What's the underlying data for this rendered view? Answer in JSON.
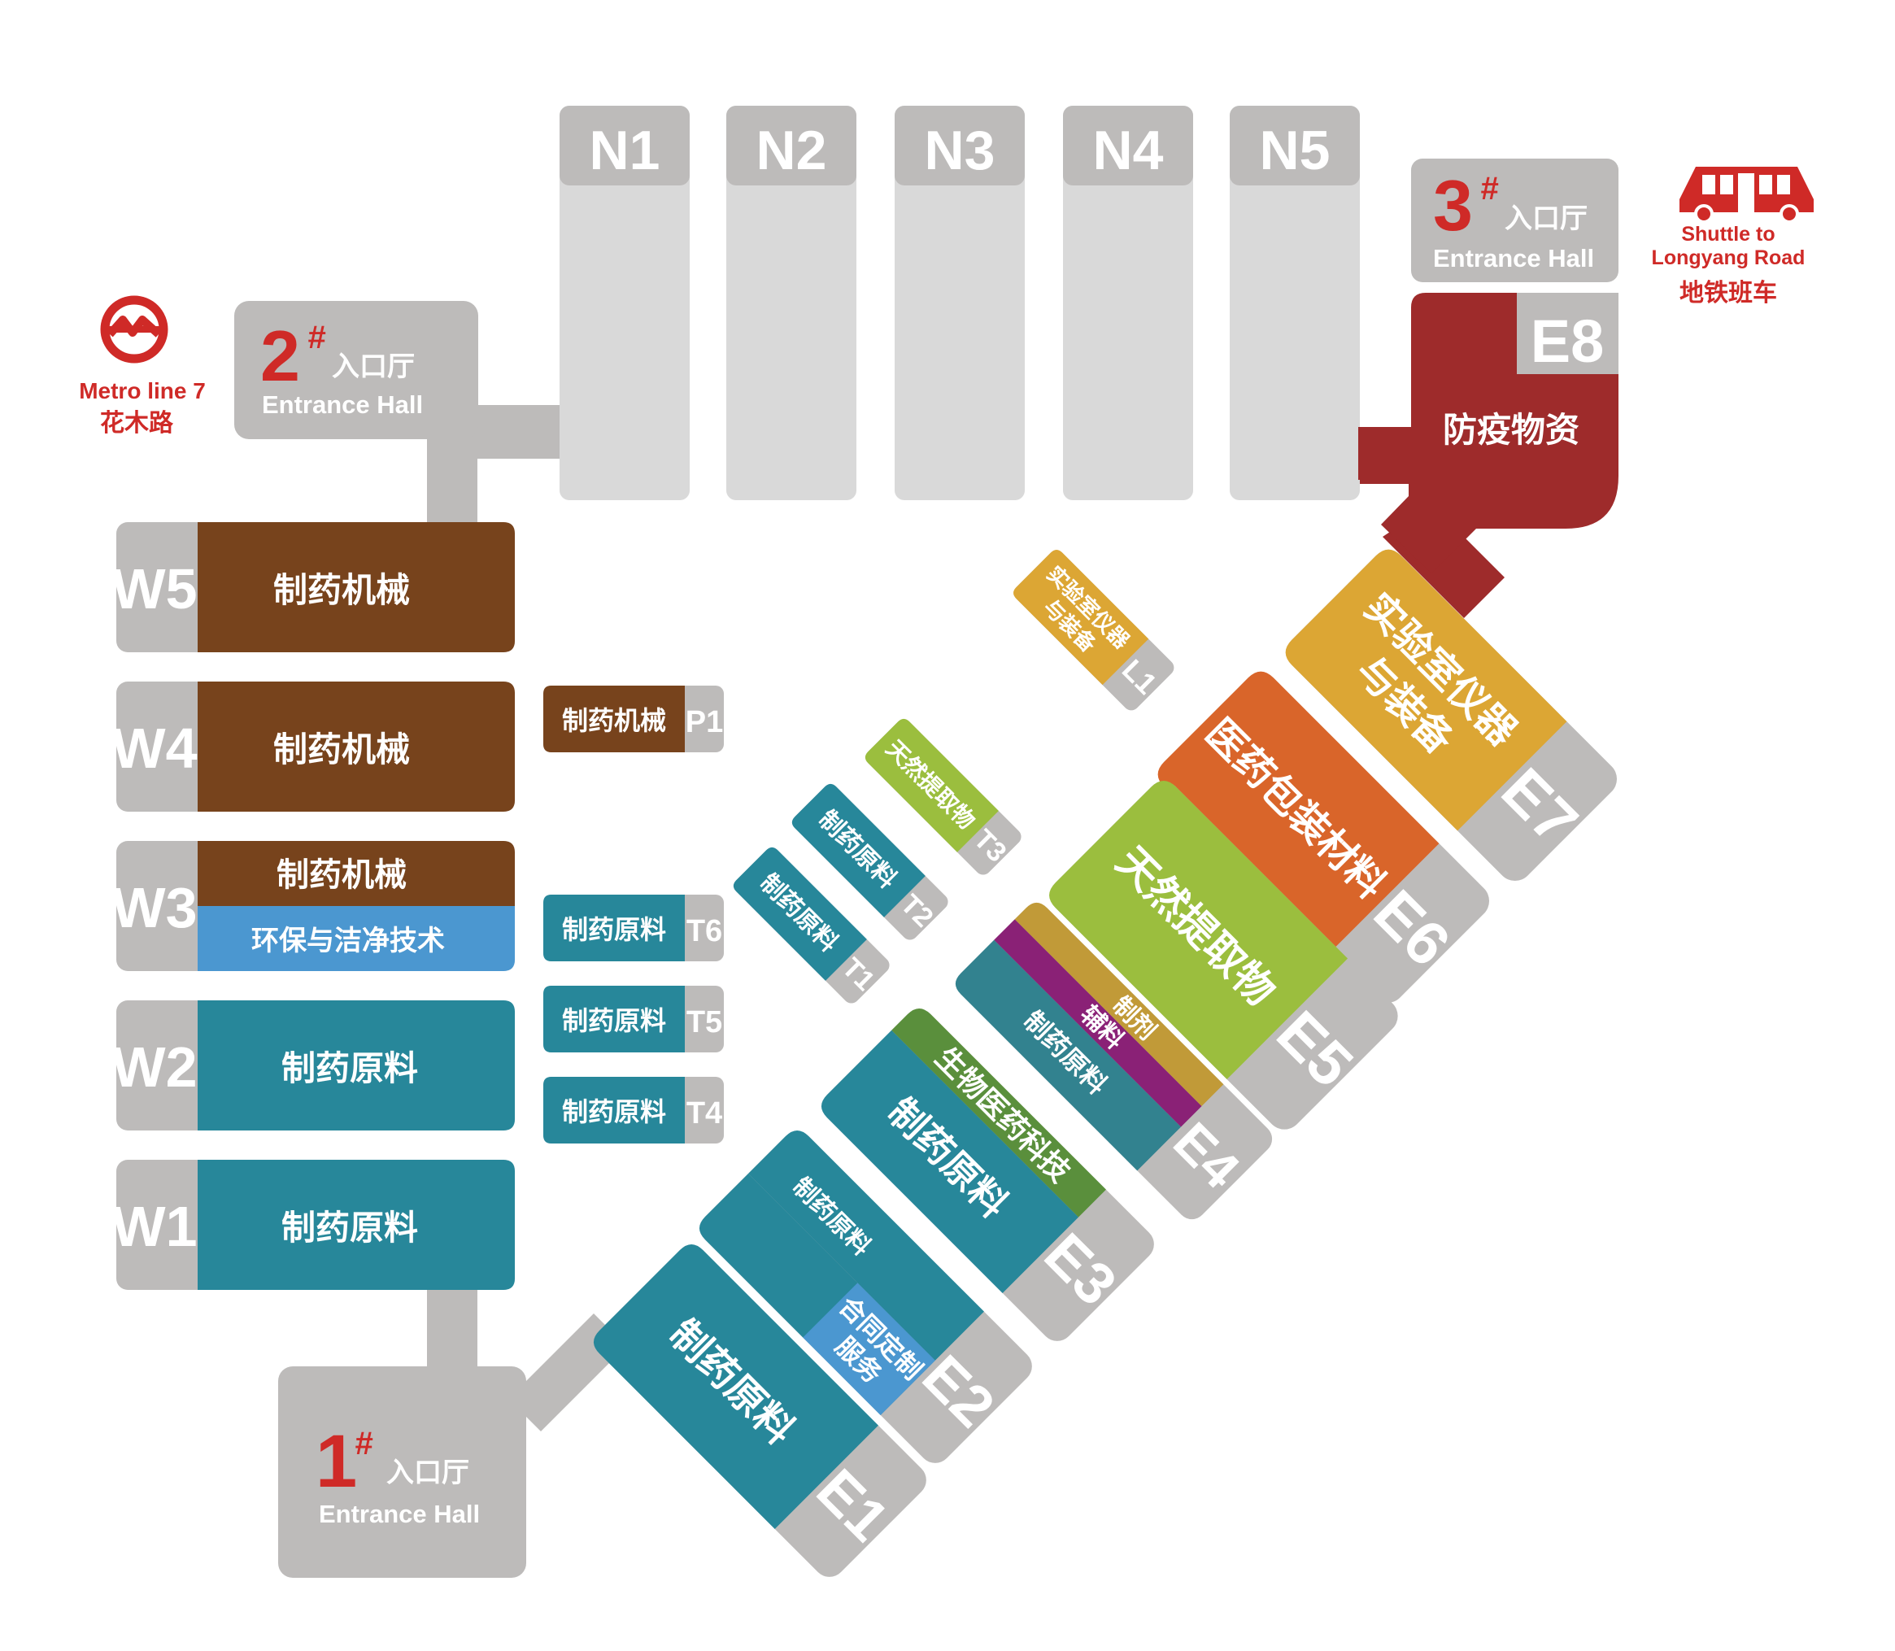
{
  "colors": {
    "gray": "#bdbbba",
    "light_gray": "#d9d9d9",
    "brown": "#77431c",
    "teal": "#27879a",
    "blue": "#4b97d0",
    "dark_red": "#9e2b2b",
    "orange_yellow": "#dca634",
    "orange": "#d9652a",
    "green": "#9bbe3e",
    "dark_green": "#5a8f3c",
    "purple": "#8a2176",
    "olive": "#c19a38",
    "steel_teal": "#32828f",
    "metro_red": "#cf2a27"
  },
  "north_halls": [
    "N1",
    "N2",
    "N3",
    "N4",
    "N5"
  ],
  "entrance_2": {
    "number": "2",
    "mark": "#",
    "cn": "入口厅",
    "en": "Entrance Hall"
  },
  "entrance_3": {
    "number": "3",
    "mark": "#",
    "cn": "入口厅",
    "en": "Entrance Hall"
  },
  "entrance_1": {
    "number": "1",
    "mark": "#",
    "cn": "入口厅",
    "en": "Entrance Hall"
  },
  "metro": {
    "line": "Metro line 7",
    "station": "花木路",
    "icon": "shanghai-metro-logo-icon"
  },
  "shuttle": {
    "line1": "Shuttle to",
    "line2": "Longyang Road",
    "cn": "地铁班车",
    "icon": "bus-icon"
  },
  "west_halls": [
    {
      "code": "W5",
      "label": "制药机械"
    },
    {
      "code": "W4",
      "label": "制药机械"
    },
    {
      "code": "W3",
      "label_top": "制药机械",
      "label_bottom": "环保与洁净技术"
    },
    {
      "code": "W2",
      "label": "制药原料"
    },
    {
      "code": "W1",
      "label": "制药原料"
    }
  ],
  "small_halls": [
    {
      "code": "P1",
      "label": "制药机械"
    },
    {
      "code": "T6",
      "label": "制药原料"
    },
    {
      "code": "T5",
      "label": "制药原料"
    },
    {
      "code": "T4",
      "label": "制药原料"
    }
  ],
  "diag_small": [
    {
      "code": "L1",
      "label1": "实验室仪器",
      "label2": "与装备"
    },
    {
      "code": "T3",
      "label1": "天然提取物"
    },
    {
      "code": "T2",
      "label1": "制药原料"
    },
    {
      "code": "T1",
      "label1": "制药原料"
    }
  ],
  "east_halls": {
    "E8": {
      "code": "E8",
      "label": "防疫物资"
    },
    "E7": {
      "code": "E7",
      "label1": "实验室仪器",
      "label2": "与装备"
    },
    "E6": {
      "code": "E6",
      "label": "医药包装材料"
    },
    "E5": {
      "code": "E5",
      "label": "天然提取物"
    },
    "E4": {
      "code": "E4",
      "label1": "制剂",
      "label2": "辅料",
      "label3": "制药原料"
    },
    "E3": {
      "code": "E3",
      "label1": "生物医药科技",
      "label2": "制药原料"
    },
    "E2": {
      "code": "E2",
      "label1": "制药原料",
      "label2": "合同定制",
      "label3": "服务"
    },
    "E1": {
      "code": "E1",
      "label": "制药原料"
    }
  }
}
